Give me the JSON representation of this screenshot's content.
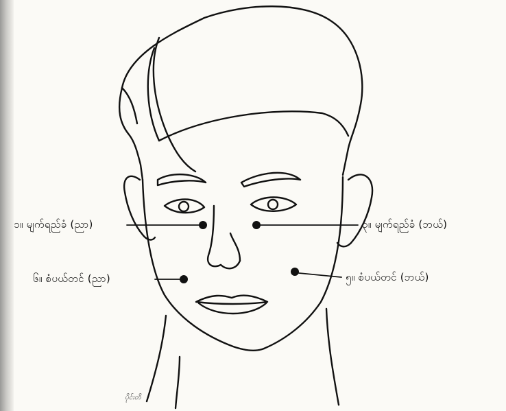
{
  "labels": {
    "left_upper": "၁။ မျက်ရည်ခံ (ညာ)",
    "right_upper": "၃။ မျက်ရည်ခံ (ဘယ်)",
    "left_lower": "၆။ စံပယ်တင် (ညာ)",
    "right_lower": "၅။ စံပယ်တင် (ဘယ်)"
  },
  "signature": "ပိုင်းတိ",
  "colors": {
    "ink": "#111111",
    "paper": "#fbfaf6"
  }
}
